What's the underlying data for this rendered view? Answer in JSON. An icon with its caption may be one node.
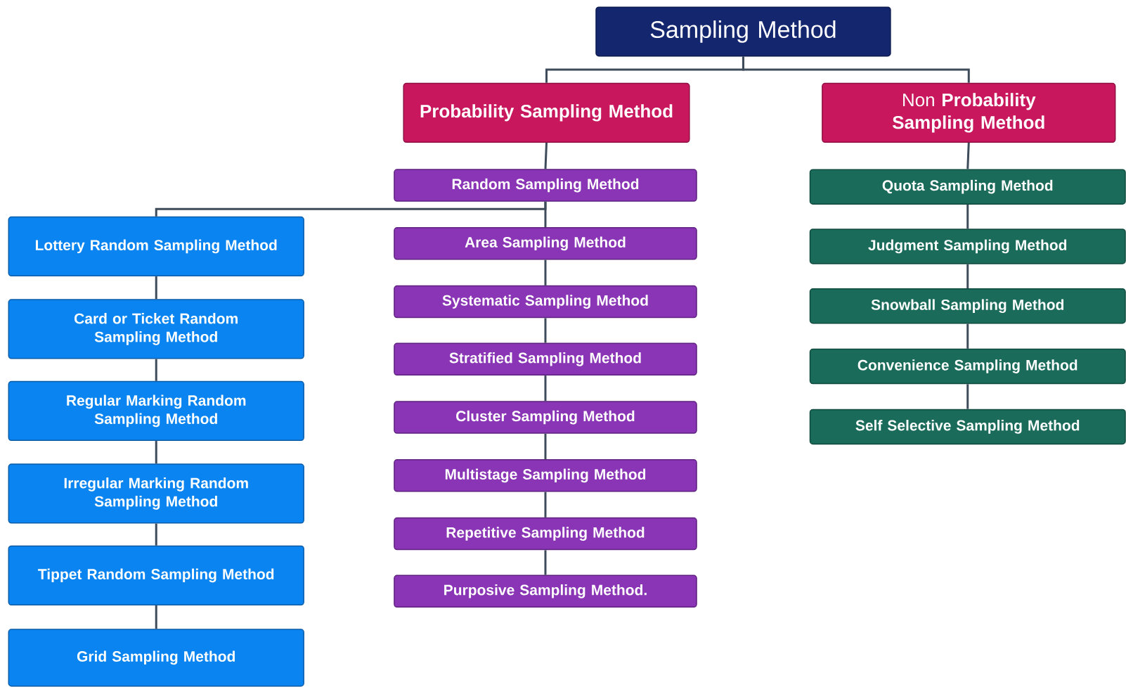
{
  "diagram": {
    "nodes": [
      {
        "text": [
          "Sampling Method"
        ]
      },
      {
        "text": [
          "Probability Sampling Method"
        ]
      },
      {
        "text": [
          "Non **Probability Sampling Method**"
        ]
      },
      {
        "text": [
          "Random Sampling Method"
        ]
      },
      {
        "text": [
          "Area Sampling Method"
        ]
      },
      {
        "text": [
          "Systematic Sampling Method"
        ]
      },
      {
        "text": [
          "Stratified Sampling Method"
        ]
      },
      {
        "text": [
          "Cluster Sampling Method"
        ]
      },
      {
        "text": [
          "Multistage Sampling Method"
        ]
      },
      {
        "text": [
          "Repetitive Sampling Method"
        ]
      },
      {
        "text": [
          "Purposive Sampling Method."
        ]
      },
      {
        "text": [
          "Lottery Random Sampling Method"
        ]
      },
      {
        "text": [
          "Card or Ticket Random Sampling Method"
        ]
      },
      {
        "text": [
          "Regular Marking Random Sampling Method"
        ]
      },
      {
        "text": [
          "Irregular Marking Random Sampling Method"
        ]
      },
      {
        "text": [
          "Tippet Random Sampling Method"
        ]
      },
      {
        "text": [
          "Grid Sampling Method"
        ]
      },
      {
        "text": [
          "Quota Sampling Method"
        ]
      },
      {
        "text": [
          "Judgment Sampling Method"
        ]
      },
      {
        "text": [
          "Snowball Sampling Method"
        ]
      },
      {
        "text": [
          "Convenience Sampling Method"
        ]
      },
      {
        "text": [
          "Self Selective Sampling Method"
        ]
      }
    ],
    "edges": [
      {
        "from": 0,
        "to": 1,
        "arrow": "none"
      },
      {
        "from": 0,
        "to": 2,
        "arrow": "none"
      },
      {
        "from": 1,
        "to": 3,
        "arrow": "none"
      },
      {
        "from": 3,
        "to": 4,
        "arrow": "none"
      },
      {
        "from": 4,
        "to": 5,
        "arrow": "none"
      },
      {
        "from": 5,
        "to": 6,
        "arrow": "none"
      },
      {
        "from": 6,
        "to": 7,
        "arrow": "none"
      },
      {
        "from": 7,
        "to": 8,
        "arrow": "none"
      },
      {
        "from": 8,
        "to": 9,
        "arrow": "none"
      },
      {
        "from": 9,
        "to": 10,
        "arrow": "none"
      },
      {
        "from": 3,
        "to": 11,
        "arrow": "none"
      },
      {
        "from": 11,
        "to": 12,
        "arrow": "none"
      },
      {
        "from": 12,
        "to": 13,
        "arrow": "none"
      },
      {
        "from": 13,
        "to": 14,
        "arrow": "none"
      },
      {
        "from": 14,
        "to": 15,
        "arrow": "none"
      },
      {
        "from": 15,
        "to": 16,
        "arrow": "none"
      },
      {
        "from": 2,
        "to": 17,
        "arrow": "none"
      },
      {
        "from": 17,
        "to": 18,
        "arrow": "none"
      },
      {
        "from": 18,
        "to": 19,
        "arrow": "none"
      },
      {
        "from": 19,
        "to": 20,
        "arrow": "none"
      },
      {
        "from": 20,
        "to": 21,
        "arrow": "none"
      }
    ]
  }
}
